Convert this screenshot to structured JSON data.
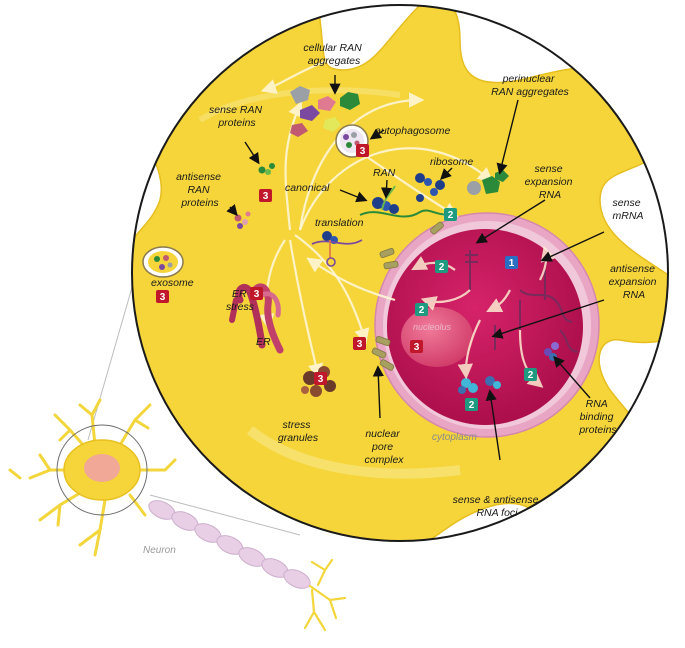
{
  "labels": {
    "cellular_ran_aggregates": [
      "cellular RAN",
      "aggregates"
    ],
    "perinuclear_ran_aggregates": [
      "perinuclear",
      "RAN aggregates"
    ],
    "sense_ran_proteins": [
      "sense RAN",
      "proteins"
    ],
    "autophagosome": "autophagosome",
    "ribosome": "ribosome",
    "antisense_ran_proteins": [
      "antisense",
      "RAN",
      "proteins"
    ],
    "ran": "RAN",
    "canonical": "canonical",
    "translation": "translation",
    "sense_expansion_rna": [
      "sense",
      "expansion",
      "RNA"
    ],
    "sense_mrna": [
      "sense",
      "mRNA"
    ],
    "exosome": "exosome",
    "er_stress": [
      "ER",
      "stress"
    ],
    "er": "ER",
    "antisense_expansion_rna": [
      "antisense",
      "expansion",
      "RNA"
    ],
    "nucleolus": "nucleolus",
    "rna_binding_proteins": [
      "RNA",
      "binding",
      "proteins"
    ],
    "stress_granules": [
      "stress",
      "granules"
    ],
    "nuclear_pore_complex": [
      "nuclear",
      "pore",
      "complex"
    ],
    "cytoplasm": "cytoplasm",
    "sense_antisense_rna_foci": [
      "sense & antisense",
      "RNA foci"
    ],
    "neuron": "Neuron"
  },
  "badges": {
    "one": "1",
    "two": "2",
    "three": "3"
  },
  "colors": {
    "cytoplasm": "#f5d53a",
    "nucleus": "#c8145a",
    "nuclear_envelope": "#e9a6c4",
    "badge_red": "#c0182a",
    "badge_teal": "#1e9a80",
    "badge_blue": "#2a6fc4",
    "axon": "#e8cfe6"
  }
}
